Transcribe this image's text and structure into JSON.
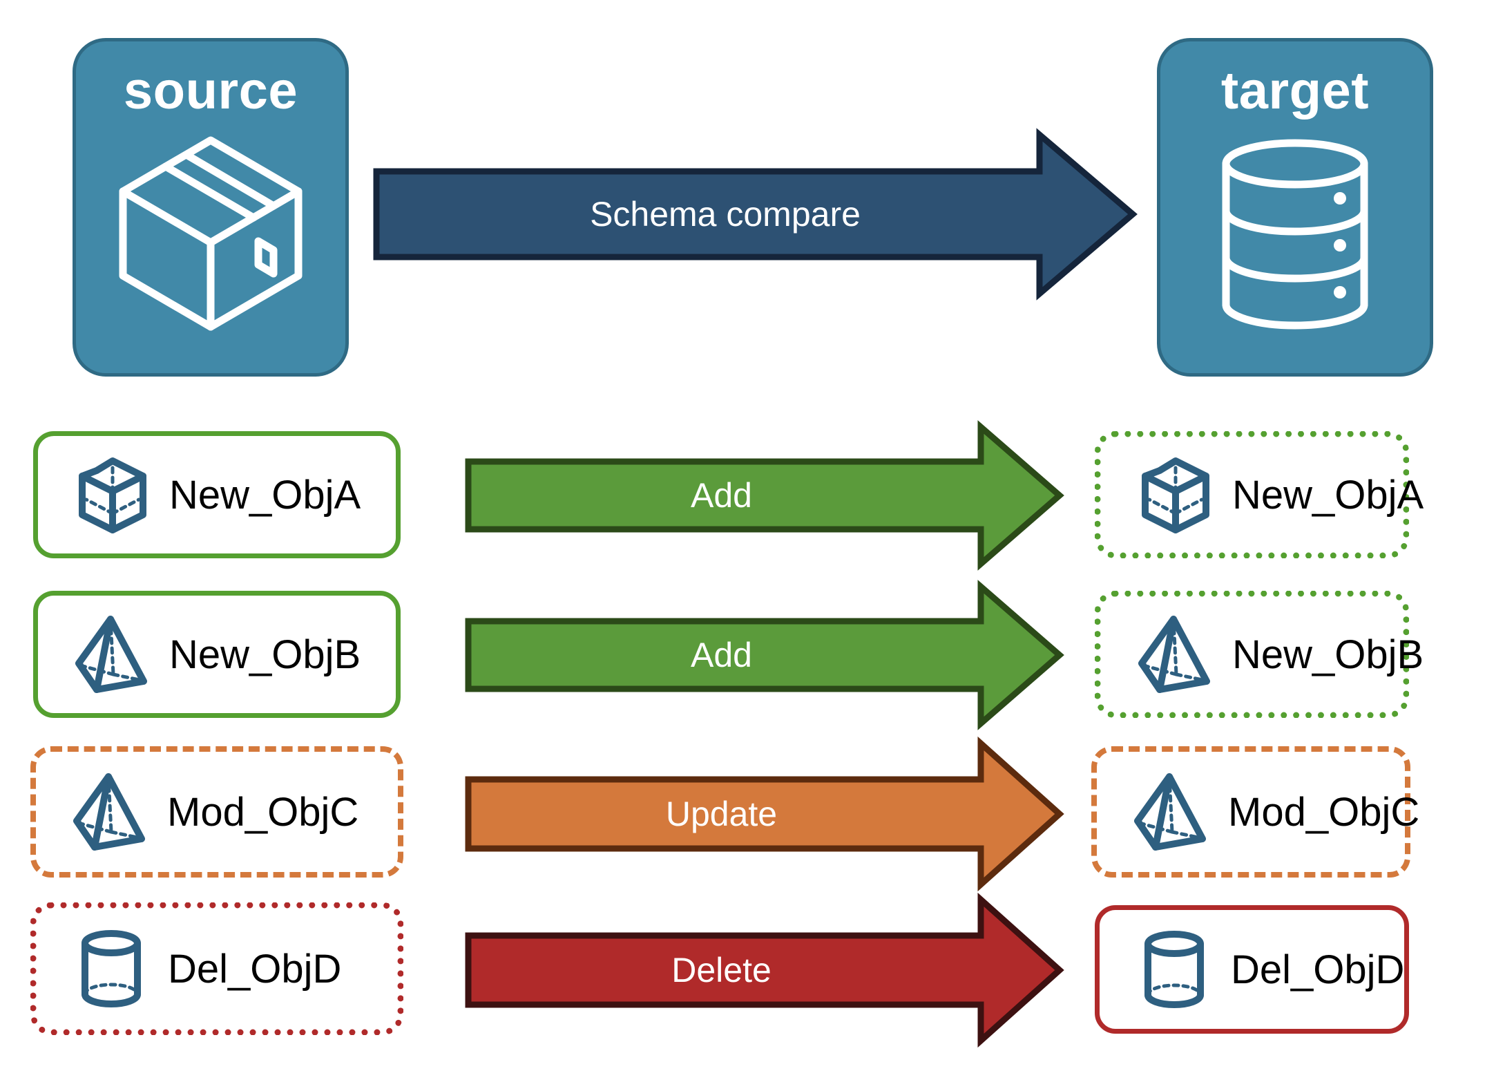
{
  "diagram": {
    "title": "Schema compare",
    "endpoints": [
      {
        "id": "source",
        "label": "source",
        "icon": "box-3d-icon"
      },
      {
        "id": "target",
        "label": "target",
        "icon": "database-cylinder-icon"
      }
    ],
    "main_arrow": {
      "label": "Schema compare",
      "color": "#2D5173",
      "border_color": "#15253B"
    },
    "colors": {
      "panel_fill": "#4189A8",
      "panel_border": "#2F6A84",
      "icon_blue": "#2E5F80",
      "add_green": "#5B9B3B",
      "add_green_border": "#2B4A18",
      "update_orange": "#D4793C",
      "update_orange_border": "#5C2B0E",
      "delete_red": "#B02A2A",
      "delete_red_border": "#3D1111",
      "source_added_border": "#55A030",
      "target_added_border": "#55A030",
      "modified_border": "#D4793C",
      "deleted_border": "#B02A2A",
      "text_black": "#000000",
      "text_white": "#FFFFFF"
    },
    "rows": [
      {
        "action": "Add",
        "action_color": "#5B9B3B",
        "action_border": "#2B4A18",
        "source": {
          "label": "New_ObjA",
          "icon": "cube-wireframe-icon",
          "border_style": "solid",
          "border_color": "#55A030"
        },
        "target": {
          "label": "New_ObjA",
          "icon": "cube-wireframe-icon",
          "border_style": "dotted",
          "border_color": "#55A030"
        }
      },
      {
        "action": "Add",
        "action_color": "#5B9B3B",
        "action_border": "#2B4A18",
        "source": {
          "label": "New_ObjB",
          "icon": "pyramid-wireframe-icon",
          "border_style": "solid",
          "border_color": "#55A030"
        },
        "target": {
          "label": "New_ObjB",
          "icon": "pyramid-wireframe-icon",
          "border_style": "dotted",
          "border_color": "#55A030"
        }
      },
      {
        "action": "Update",
        "action_color": "#D4793C",
        "action_border": "#5C2B0E",
        "source": {
          "label": "Mod_ObjC",
          "icon": "pyramid-wireframe-icon",
          "border_style": "dashed",
          "border_color": "#D4793C"
        },
        "target": {
          "label": "Mod_ObjC",
          "icon": "pyramid-wireframe-icon",
          "border_style": "dashed",
          "border_color": "#D4793C"
        }
      },
      {
        "action": "Delete",
        "action_color": "#B02A2A",
        "action_border": "#3D1111",
        "source": {
          "label": "Del_ObjD",
          "icon": "cylinder-wireframe-icon",
          "border_style": "dotted",
          "border_color": "#B02A2A"
        },
        "target": {
          "label": "Del_ObjD",
          "icon": "cylinder-wireframe-icon",
          "border_style": "solid",
          "border_color": "#B02A2A"
        }
      }
    ]
  }
}
